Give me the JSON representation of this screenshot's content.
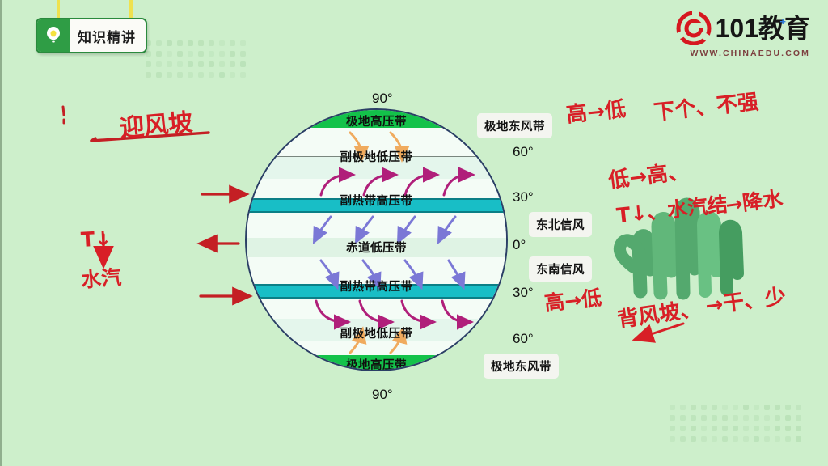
{
  "slide": {
    "background_color": "#cdefcb",
    "title_badge": {
      "label": "知识精讲",
      "icon": "lightbulb-icon",
      "icon_bg": "#2f9d45"
    },
    "logo": {
      "brand": "101教育",
      "url": "WWW.CHINAEDU.COM",
      "mark_color": "#d6171f",
      "plus": "+"
    }
  },
  "diagram": {
    "name": "global-atmospheric-circulation",
    "pressure_belts": [
      {
        "id": "polar-high-north",
        "label": "极地高压带",
        "color": "#13c24a",
        "latitude": "90°",
        "hemisphere": "north"
      },
      {
        "id": "subpolar-low-north",
        "label": "副极地低压带",
        "color": "#e4f6ec",
        "latitude": "60°",
        "hemisphere": "north"
      },
      {
        "id": "subtropical-high-north",
        "label": "副热带高压带",
        "color": "#18bec6",
        "latitude": "30°",
        "hemisphere": "north"
      },
      {
        "id": "equatorial-low",
        "label": "赤道低压带",
        "color": "#dff3e4",
        "latitude": "0°",
        "hemisphere": "equator"
      },
      {
        "id": "subtropical-high-south",
        "label": "副热带高压带",
        "color": "#18bec6",
        "latitude": "30°",
        "hemisphere": "south"
      },
      {
        "id": "subpolar-low-south",
        "label": "副极地低压带",
        "color": "#e4f6ec",
        "latitude": "60°",
        "hemisphere": "south"
      },
      {
        "id": "polar-high-south",
        "label": "极地高压带",
        "color": "#13c24a",
        "latitude": "90°",
        "hemisphere": "south"
      }
    ],
    "latitude_ticks": {
      "top_90": "90°",
      "north_60": "60°",
      "north_30": "30°",
      "equator_0": "0°",
      "south_30": "30°",
      "south_60": "60°",
      "bottom_90": "90°"
    },
    "wind_belts": [
      {
        "id": "polar-easterlies-north",
        "label": "极地东风带"
      },
      {
        "id": "northeast-trades",
        "label": "东北信风"
      },
      {
        "id": "southeast-trades",
        "label": "东南信风"
      },
      {
        "id": "polar-easterlies-south",
        "label": "极地东风带"
      }
    ],
    "arrow_colors": {
      "polar_easterlies": "#f0ab5e",
      "westerlies": "#b01f7a",
      "trades": "#7b78d6"
    }
  },
  "annotations": {
    "ink_color": "#d81f26",
    "items": [
      {
        "id": "windward-slope",
        "text": "迎风坡",
        "kind": "handwriting"
      },
      {
        "id": "temp-drop-left",
        "text": "T↓",
        "kind": "handwriting"
      },
      {
        "id": "water-vapor-left",
        "text": "水汽",
        "kind": "handwriting"
      },
      {
        "id": "high-to-low-top",
        "text": "高→低",
        "kind": "handwriting"
      },
      {
        "id": "descend-not-strong",
        "text": "下个、不强",
        "kind": "handwriting"
      },
      {
        "id": "low-to-high",
        "text": "低→高、",
        "kind": "handwriting"
      },
      {
        "id": "temp-drop-condense",
        "text": "T↓、水汽结",
        "kind": "handwriting"
      },
      {
        "id": "to-precipitation",
        "text": "→降水",
        "kind": "handwriting"
      },
      {
        "id": "high-to-low-mid",
        "text": "高→低",
        "kind": "handwriting"
      },
      {
        "id": "leeward-slope",
        "text": "背风坡、",
        "kind": "handwriting"
      },
      {
        "id": "dry-little",
        "text": "→干、少",
        "kind": "handwriting"
      },
      {
        "id": "green-mountain-scribble",
        "text": "",
        "kind": "green-brush-stroke"
      }
    ]
  }
}
